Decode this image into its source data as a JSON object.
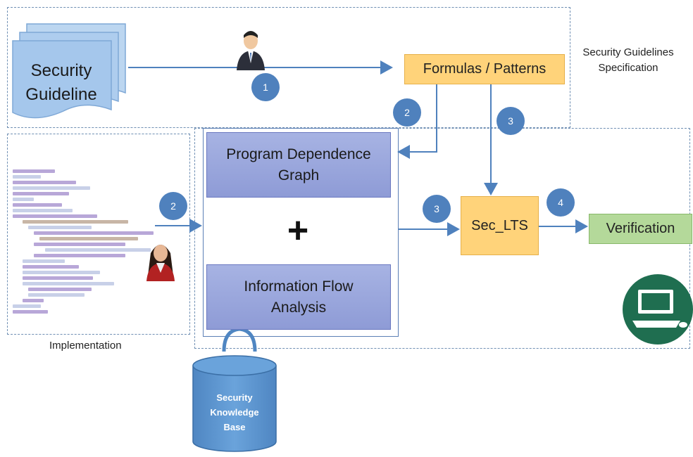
{
  "nodes": {
    "security_guideline": "Security\nGuideline",
    "formulas_patterns": "Formulas / Patterns",
    "program_dependence_graph": "Program Dependence\nGraph",
    "plus": "+",
    "information_flow_analysis": "Information Flow\nAnalysis",
    "sec_lts": "Sec_LTS",
    "verification": "Verification",
    "security_knowledge_base": "Security\nKnowledge\nBase"
  },
  "region_labels": {
    "security_guidelines_specification": "Security Guidelines\nSpecification",
    "implementation": "Implementation"
  },
  "step_badges": [
    "1",
    "2",
    "2",
    "3",
    "3",
    "4"
  ],
  "icons": [
    "businessman-icon",
    "businesswoman-icon",
    "computer-icon",
    "source-code-image"
  ],
  "colors": {
    "accent_blue": "#4f81bd",
    "pdg_fill": "#9aa6dc",
    "formula_fill": "#ffd37a",
    "verification_fill": "#b4d99a",
    "database_fill": "#5b93cc",
    "computer_circle": "#1f6e50"
  }
}
